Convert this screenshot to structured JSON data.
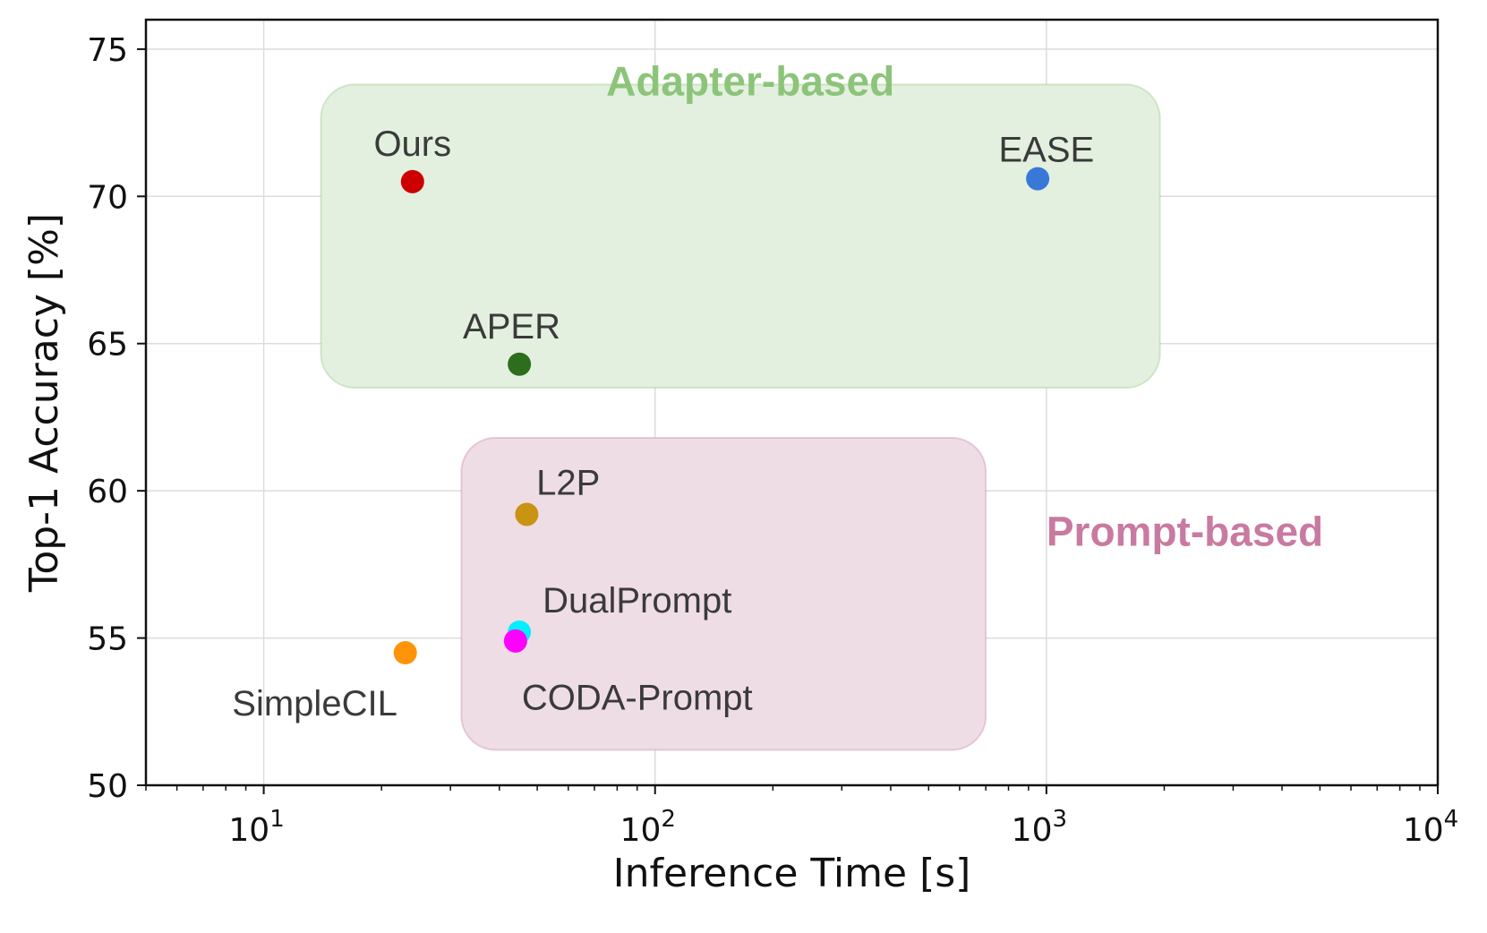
{
  "chart_data": {
    "type": "scatter",
    "xlabel": "Inference Time [s]",
    "ylabel": "Top-1 Accuracy [%]",
    "xscale": "log",
    "xlim": [
      5,
      10000
    ],
    "ylim": [
      50,
      76
    ],
    "grid": true,
    "x_ticks": [
      {
        "value": 10,
        "base": "10",
        "exp": "1"
      },
      {
        "value": 100,
        "base": "10",
        "exp": "2"
      },
      {
        "value": 1000,
        "base": "10",
        "exp": "3"
      },
      {
        "value": 10000,
        "base": "10",
        "exp": "4"
      }
    ],
    "y_ticks": [
      {
        "value": 50,
        "label": "50"
      },
      {
        "value": 55,
        "label": "55"
      },
      {
        "value": 60,
        "label": "60"
      },
      {
        "value": 65,
        "label": "65"
      },
      {
        "value": 70,
        "label": "70"
      },
      {
        "value": 75,
        "label": "75"
      }
    ],
    "groups": [
      {
        "label": "Adapter-based",
        "color": "#8cc47a",
        "fill": "#e3f0df",
        "x_range": [
          14,
          1950
        ],
        "y_range": [
          63.5,
          73.8
        ],
        "label_at": [
          75,
          73.8
        ]
      },
      {
        "label": "Prompt-based",
        "color": "#c97aa0",
        "fill": "#efdde6",
        "x_range": [
          32,
          700
        ],
        "y_range": [
          51.2,
          61.8
        ],
        "label_at": [
          1000,
          58.5
        ]
      }
    ],
    "points": [
      {
        "name": "Ours",
        "x": 24,
        "y": 70.5,
        "color": "#cc0000",
        "label_x": 24,
        "label_y": 71.8,
        "anchor": "middle"
      },
      {
        "name": "EASE",
        "x": 950,
        "y": 70.6,
        "color": "#3a78d8",
        "label_x": 1000,
        "label_y": 71.6,
        "anchor": "middle"
      },
      {
        "name": "APER",
        "x": 45,
        "y": 64.3,
        "color": "#2d6e1e",
        "label_x": 43,
        "label_y": 65.6,
        "anchor": "middle"
      },
      {
        "name": "L2P",
        "x": 47,
        "y": 59.2,
        "color": "#c89412",
        "label_x": 60,
        "label_y": 60.3,
        "anchor": "middle"
      },
      {
        "name": "DualPrompt",
        "x": 45,
        "y": 55.2,
        "color": "#00f0ff",
        "label_x": 90,
        "label_y": 56.3,
        "anchor": "middle"
      },
      {
        "name": "CODA-Prompt",
        "x": 44,
        "y": 54.9,
        "color": "#ff00ff",
        "label_x": 90,
        "label_y": 53.0,
        "anchor": "middle"
      },
      {
        "name": "SimpleCIL",
        "x": 23,
        "y": 54.5,
        "color": "#ff9408",
        "label_x": 13.5,
        "label_y": 52.8,
        "anchor": "middle"
      }
    ]
  }
}
